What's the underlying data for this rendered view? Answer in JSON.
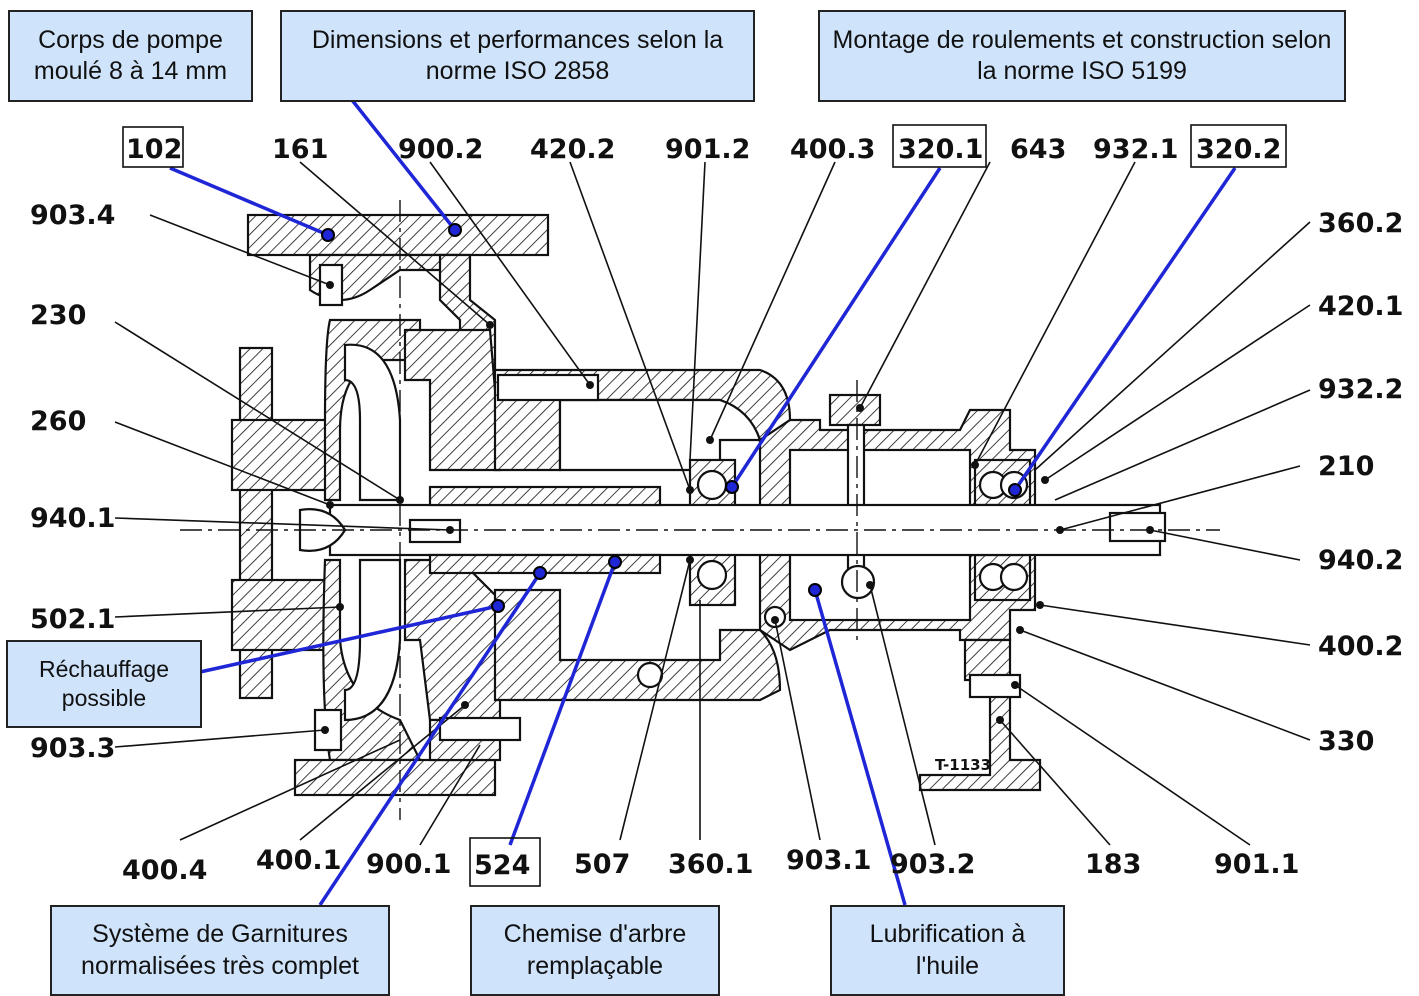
{
  "callouts": {
    "corps": "Corps de pompe moulé 8 à 14 mm",
    "dimensions": "Dimensions et performances selon la norme ISO 2858",
    "montage": "Montage de roulements et construction selon la norme ISO 5199",
    "rechauffage": "Réchauffage possible",
    "garnitures": "Système de Garnitures normalisées très complet",
    "chemise": "Chemise d'arbre remplaçable",
    "lubrification": "Lubrification à l'huile"
  },
  "labels": {
    "top": [
      "102",
      "161",
      "900.2",
      "420.2",
      "901.2",
      "400.3",
      "320.1",
      "643",
      "932.1",
      "320.2"
    ],
    "left": [
      "903.4",
      "230",
      "260",
      "940.1",
      "502.1",
      "903.3"
    ],
    "right": [
      "360.2",
      "420.1",
      "932.2",
      "210",
      "940.2",
      "400.2",
      "330"
    ],
    "bottom": [
      "400.4",
      "400.1",
      "900.1",
      "524",
      "507",
      "360.1",
      "903.1",
      "903.2",
      "183",
      "901.1"
    ]
  },
  "boxed_labels": [
    "102",
    "320.1",
    "320.2",
    "524"
  ],
  "drawing_ref": "T-1133",
  "colors": {
    "callout_fill": "#cfe3fb",
    "callout_leader": "#1f26d6",
    "line": "#111111"
  }
}
